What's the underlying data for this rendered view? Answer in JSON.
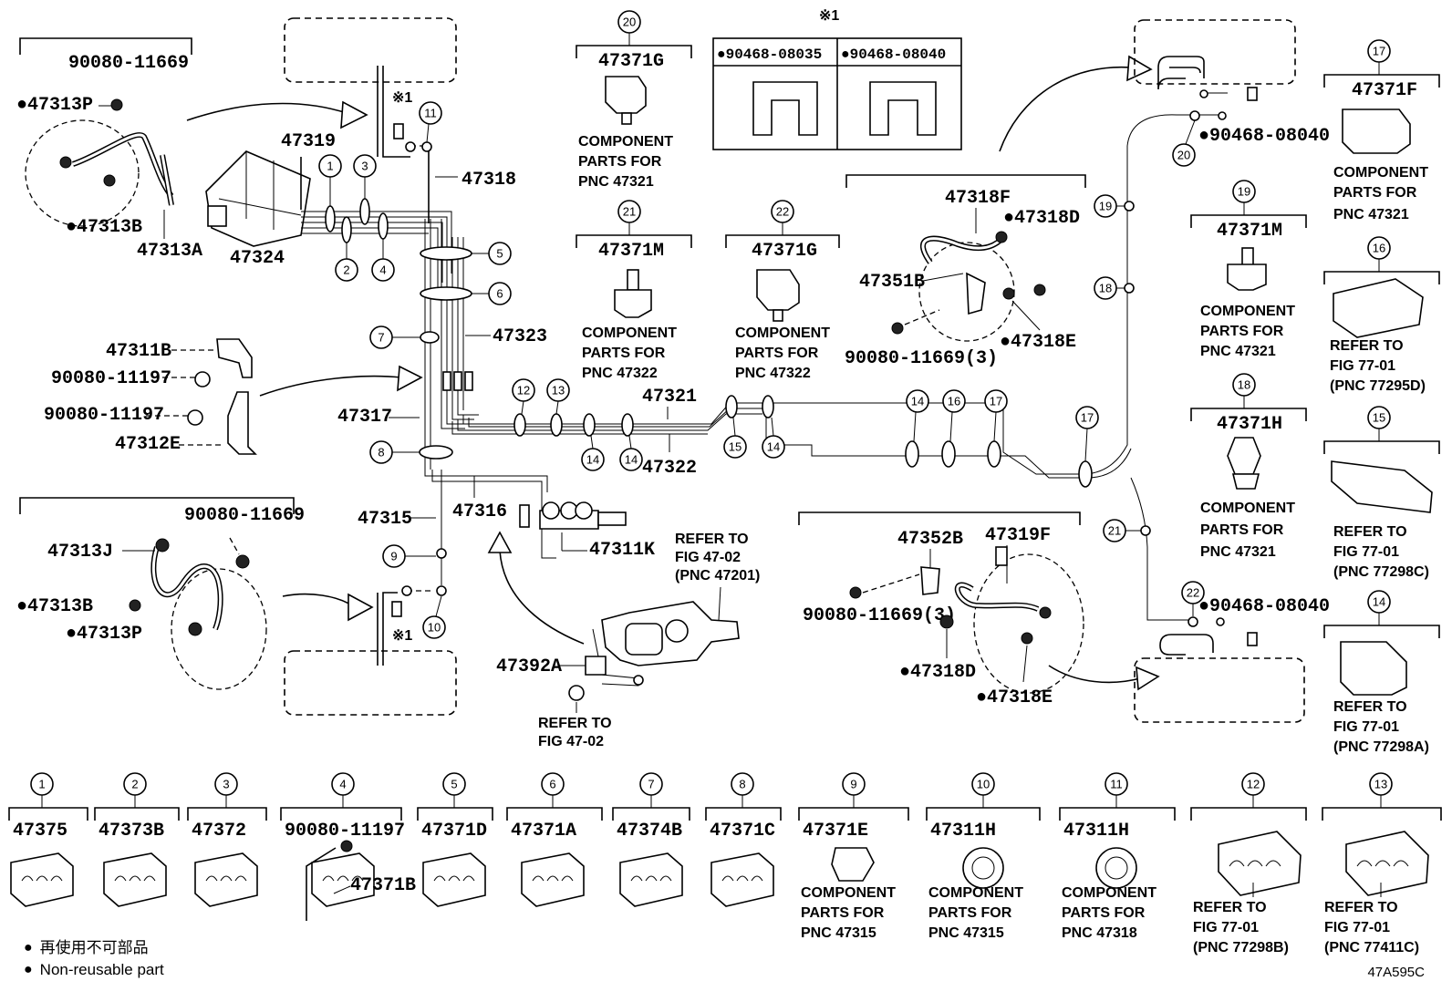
{
  "labels": {
    "p90080_11669_a": "90080-11669",
    "p47313P_a": "●47313P",
    "p47313B_a": "●47313B",
    "p47313A": "47313A",
    "p47319": "47319",
    "p47324": "47324",
    "p47318": "47318",
    "p47323": "47323",
    "p47311B": "47311B",
    "p90080_11197_a": "90080-11197",
    "p90080_11197_b": "90080-11197",
    "p47312E": "47312E",
    "p47317": "47317",
    "p47315": "47315",
    "p47316": "47316",
    "p47311K": "47311K",
    "p90080_11669_b": "90080-11669",
    "p47313J": "47313J",
    "p47313B_b": "●47313B",
    "p47313P_b": "●47313P",
    "p47392A": "47392A",
    "p47371G_a": "47371G",
    "p47371M_a": "47371M",
    "p47371G_b": "47371G",
    "p47321": "47321",
    "p47322": "47322",
    "p90468_08035": "●90468-08035",
    "p90468_08040_a": "●90468-08040",
    "mark_x1_top": "※1",
    "mark_x1_small_a": "※1",
    "mark_x1_small_b": "※1",
    "p47318F": "47318F",
    "p47318D_a": "●47318D",
    "p47351B": "47351B",
    "p47318E_a": "●47318E",
    "p90080_11669_3a": "90080-11669(3)",
    "p47352B": "47352B",
    "p47319F": "47319F",
    "p90080_11669_3b": "90080-11669(3)",
    "p47318D_b": "●47318D",
    "p47318E_b": "●47318E",
    "p90468_08040_b": "●90468-08040",
    "p90468_08040_c": "●90468-08040",
    "p47371F": "47371F",
    "p47371M_b": "47371M",
    "p47371H_a": "47371H",
    "ref_47201": [
      "REFER TO",
      "FIG 47-02",
      "(PNC 47201)"
    ],
    "ref_4702": [
      "REFER TO",
      "FIG 47-02"
    ],
    "comp_47321_a": [
      "COMPONENT",
      "PARTS FOR",
      "PNC 47321"
    ],
    "comp_47322_a": [
      "COMPONENT",
      "PARTS FOR",
      "PNC 47322"
    ],
    "comp_47322_b": [
      "COMPONENT",
      "PARTS FOR",
      "PNC 47322"
    ],
    "comp_47321_b": [
      "COMPONENT",
      "PARTS FOR",
      "PNC 47321"
    ],
    "comp_47321_c": [
      "COMPONENT",
      "PARTS FOR",
      "PNC 47321"
    ],
    "comp_47321_d": [
      "COMPONENT",
      "PARTS FOR",
      "PNC 47321"
    ],
    "ref_77295D": [
      "REFER TO",
      "FIG 77-01",
      "(PNC 77295D)"
    ],
    "ref_77298C": [
      "REFER TO",
      "FIG 77-01",
      "(PNC 77298C)"
    ],
    "ref_77298A": [
      "REFER TO",
      "FIG 77-01",
      "(PNC 77298A)"
    ]
  },
  "bottom_parts": [
    {
      "num": "1",
      "pno": "47375"
    },
    {
      "num": "2",
      "pno": "47373B"
    },
    {
      "num": "3",
      "pno": "47372"
    },
    {
      "num": "4",
      "pno": "90080-11197",
      "pno2": "47371B"
    },
    {
      "num": "5",
      "pno": "47371D"
    },
    {
      "num": "6",
      "pno": "47371A"
    },
    {
      "num": "7",
      "pno": "47374B"
    },
    {
      "num": "8",
      "pno": "47371C"
    },
    {
      "num": "9",
      "pno": "47371E",
      "note": [
        "COMPONENT",
        "PARTS FOR",
        "PNC 47315"
      ]
    },
    {
      "num": "10",
      "pno": "47311H",
      "note": [
        "COMPONENT",
        "PARTS FOR",
        "PNC 47315"
      ]
    },
    {
      "num": "11",
      "pno": "47311H",
      "note": [
        "COMPONENT",
        "PARTS FOR",
        "PNC 47318"
      ]
    },
    {
      "num": "12",
      "note": [
        "REFER TO",
        "FIG 77-01",
        "(PNC 77298B)"
      ]
    },
    {
      "num": "13",
      "note": [
        "REFER TO",
        "FIG 77-01",
        "(PNC 77411C)"
      ]
    }
  ],
  "right_col_nums": {
    "n17": "17",
    "n16": "16",
    "n15": "15",
    "n14": "14"
  },
  "callouts": [
    "1",
    "2",
    "3",
    "4",
    "5",
    "6",
    "7",
    "8",
    "9",
    "10",
    "11",
    "12",
    "13",
    "14",
    "15",
    "16",
    "17",
    "18",
    "19",
    "20",
    "21",
    "22"
  ],
  "legend": {
    "line1": "再使用不可部品",
    "line2": "Non-reusable part",
    "bullet": "●"
  },
  "figure_code": "47A595C"
}
